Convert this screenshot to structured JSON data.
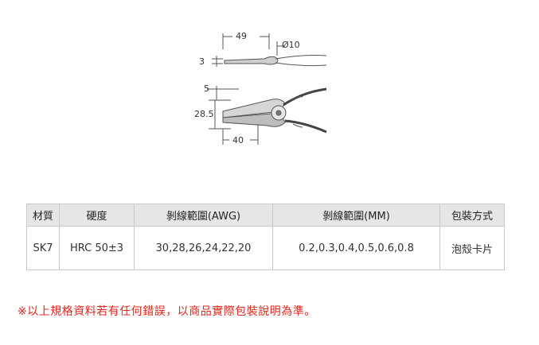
{
  "drawing": {
    "dim_49": "49",
    "dim_diameter": "Ø10",
    "dim_3": "3",
    "dim_5": "5",
    "dim_28_5": "28.5",
    "dim_40": "40"
  },
  "table": {
    "headers": [
      "材質",
      "硬度",
      "剝線範圍(AWG)",
      "剝線範圍(MM)",
      "包裝方式"
    ],
    "row": [
      "SK7",
      "HRC 50±3",
      "30,28,26,24,22,20",
      "0.2,0.3,0.4,0.5,0.6,0.8",
      "泡殼卡片"
    ]
  },
  "note": "※以上規格資料若有任何錯誤，以商品實際包裝說明為準。"
}
